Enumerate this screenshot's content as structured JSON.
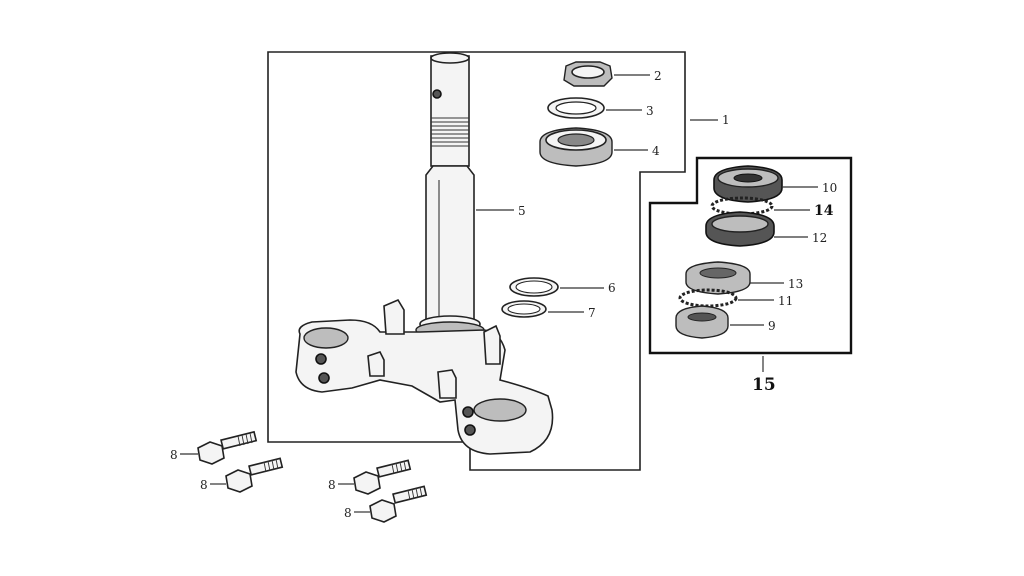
{
  "callouts": {
    "c1": "1",
    "c2": "2",
    "c3": "3",
    "c4": "4",
    "c5": "5",
    "c6": "6",
    "c7": "7",
    "c8a": "8",
    "c8b": "8",
    "c8c": "8",
    "c8d": "8",
    "c9": "9",
    "c10": "10",
    "c11": "11",
    "c12": "12",
    "c13": "13",
    "c14": "14",
    "c15": "15"
  },
  "colors": {
    "line": "#222222",
    "background": "#ffffff"
  }
}
